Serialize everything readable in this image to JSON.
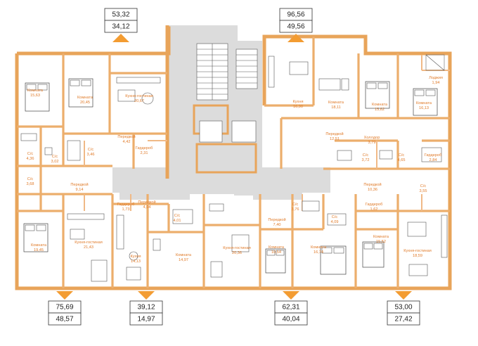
{
  "colors": {
    "wall": "#e8a45a",
    "accent": "#f39c32",
    "core": "#dcdcdc",
    "label": "#e07b2a"
  },
  "top_labels": [
    {
      "a": "53,32",
      "b": "34,12"
    },
    {
      "a": "96,56",
      "b": "49,56"
    }
  ],
  "bottom_labels": [
    {
      "a": "75,69",
      "b": "48,57"
    },
    {
      "a": "39,12",
      "b": "14,97"
    },
    {
      "a": "62,31",
      "b": "40,04"
    },
    {
      "a": "53,00",
      "b": "27,42"
    }
  ],
  "rooms": [
    {
      "name": "Комната",
      "area": "15,63"
    },
    {
      "name": "Комната",
      "area": "20,45"
    },
    {
      "name": "Кухня-гостиная",
      "area": "20,67"
    },
    {
      "name": "Кухня",
      "area": "16,90"
    },
    {
      "name": "Комната",
      "area": "18,11"
    },
    {
      "name": "Комната",
      "area": "15,62"
    },
    {
      "name": "Лоджия",
      "area": "1,94"
    },
    {
      "name": "Комната",
      "area": "16,13"
    },
    {
      "name": "С/с",
      "area": "4,36"
    },
    {
      "name": "С/с",
      "area": "3,02"
    },
    {
      "name": "С/с",
      "area": "3,46"
    },
    {
      "name": "Передкой",
      "area": "4,42"
    },
    {
      "name": "Гардероб",
      "area": "2,31"
    },
    {
      "name": "С/с",
      "area": "3,68"
    },
    {
      "name": "Передкой",
      "area": "9,14"
    },
    {
      "name": "Передкой",
      "area": "12,51"
    },
    {
      "name": "Холлдор",
      "area": "3,79"
    },
    {
      "name": "С/с",
      "area": "3,72"
    },
    {
      "name": "С/с",
      "area": "4,65"
    },
    {
      "name": "Гардероб",
      "area": "2,84"
    },
    {
      "name": "Передкой",
      "area": "10,36"
    },
    {
      "name": "С/с",
      "area": "3,55"
    },
    {
      "name": "Гардероб",
      "area": "1,73"
    },
    {
      "name": "Передкой",
      "area": "4,04"
    },
    {
      "name": "С/с",
      "area": "4,01"
    },
    {
      "name": "С/с",
      "area": "3,76"
    },
    {
      "name": "Передкой",
      "area": "7,40"
    },
    {
      "name": "С/с",
      "area": "4,09"
    },
    {
      "name": "Гардероб",
      "area": "1,62"
    },
    {
      "name": "Комната",
      "area": "19,45"
    },
    {
      "name": "Кухня-гостиная",
      "area": "21,43"
    },
    {
      "name": "Кухня",
      "area": "14,13"
    },
    {
      "name": "Комната",
      "area": "14,97"
    },
    {
      "name": "Кухня-гостиная",
      "area": "20,36"
    },
    {
      "name": "Комната",
      "area": "10,54"
    },
    {
      "name": "Комната",
      "area": "16,74"
    },
    {
      "name": "Комната",
      "area": "15,52"
    },
    {
      "name": "Кухня-гостиная",
      "area": "18,59"
    }
  ]
}
